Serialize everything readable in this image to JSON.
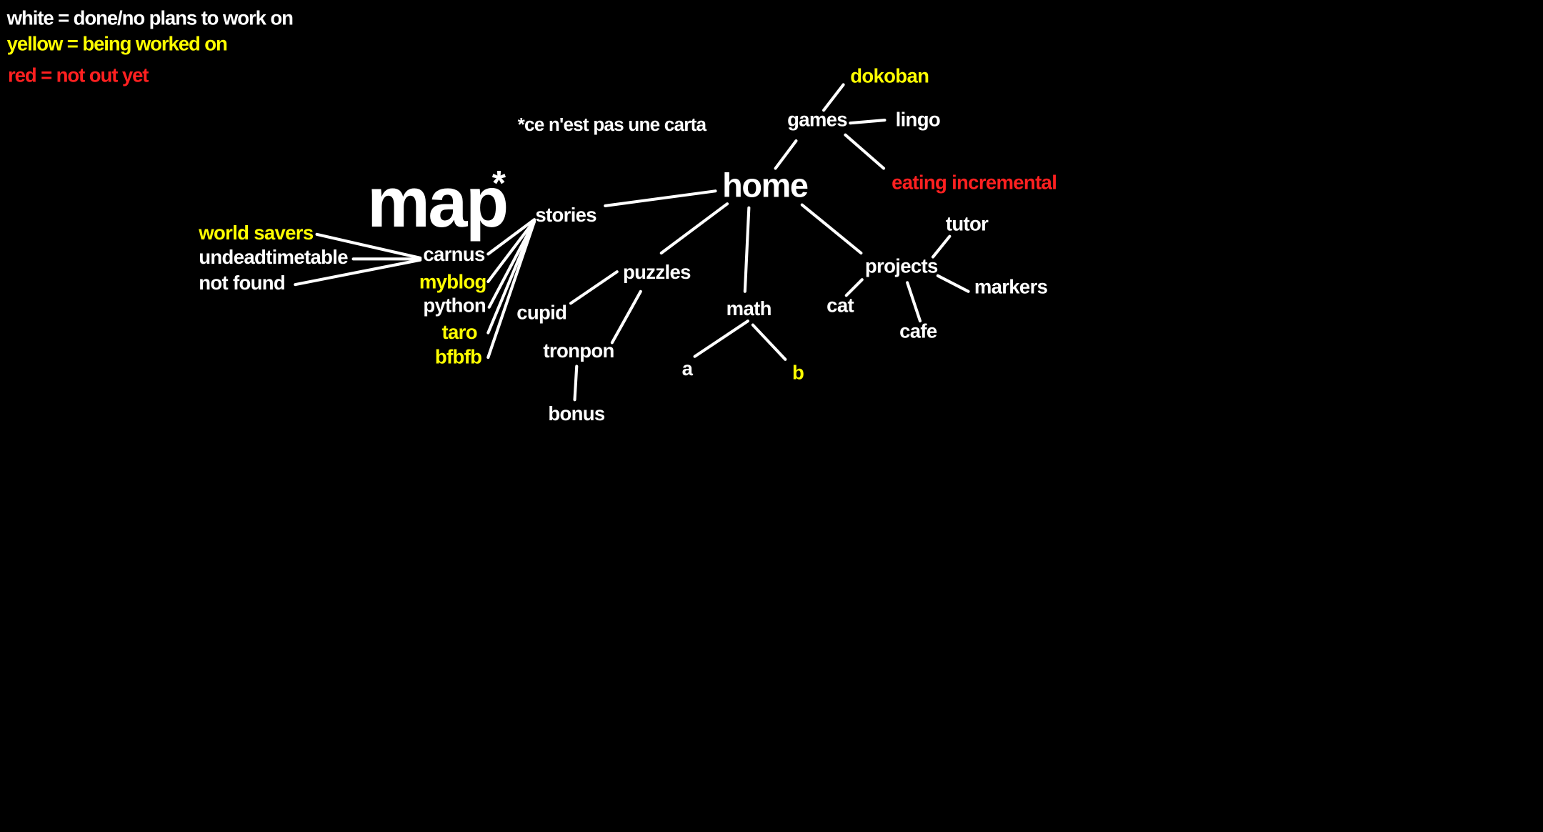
{
  "colors": {
    "white": "#ffffff",
    "yellow": "#ffff00",
    "red": "#ff2020",
    "background": "#000000"
  },
  "legend": {
    "white": "white = done/no plans to work on",
    "yellow": "yellow = being worked on",
    "red": "red = not out yet"
  },
  "title": {
    "word": "map",
    "asterisk": "*"
  },
  "footnote": "*ce n'est pas une carta",
  "nodes": {
    "home": {
      "label": "home",
      "status": "white"
    },
    "games": {
      "label": "games",
      "status": "white"
    },
    "dokoban": {
      "label": "dokoban",
      "status": "yellow"
    },
    "lingo": {
      "label": "lingo",
      "status": "white"
    },
    "eating_incremental": {
      "label": "eating incremental",
      "status": "red"
    },
    "stories": {
      "label": "stories",
      "status": "white"
    },
    "carnus": {
      "label": "carnus",
      "status": "white"
    },
    "world_savers": {
      "label": "world savers",
      "status": "yellow"
    },
    "undeadtimetable": {
      "label": "undeadtimetable",
      "status": "white"
    },
    "not_found": {
      "label": "not found",
      "status": "white"
    },
    "myblog": {
      "label": "myblog",
      "status": "yellow"
    },
    "python": {
      "label": "python",
      "status": "white"
    },
    "taro": {
      "label": "taro",
      "status": "yellow"
    },
    "bfbfb": {
      "label": "bfbfb",
      "status": "yellow"
    },
    "puzzles": {
      "label": "puzzles",
      "status": "white"
    },
    "cupid": {
      "label": "cupid",
      "status": "white"
    },
    "tronpon": {
      "label": "tronpon",
      "status": "white"
    },
    "bonus": {
      "label": "bonus",
      "status": "white"
    },
    "math": {
      "label": "math",
      "status": "white"
    },
    "a": {
      "label": "a",
      "status": "white"
    },
    "b": {
      "label": "b",
      "status": "yellow"
    },
    "projects": {
      "label": "projects",
      "status": "white"
    },
    "tutor": {
      "label": "tutor",
      "status": "white"
    },
    "markers": {
      "label": "markers",
      "status": "white"
    },
    "cat": {
      "label": "cat",
      "status": "white"
    },
    "cafe": {
      "label": "cafe",
      "status": "white"
    }
  },
  "edges": [
    [
      "home",
      "stories"
    ],
    [
      "home",
      "games"
    ],
    [
      "home",
      "puzzles"
    ],
    [
      "home",
      "math"
    ],
    [
      "home",
      "projects"
    ],
    [
      "games",
      "dokoban"
    ],
    [
      "games",
      "lingo"
    ],
    [
      "games",
      "eating_incremental"
    ],
    [
      "stories",
      "carnus"
    ],
    [
      "stories",
      "myblog"
    ],
    [
      "stories",
      "python"
    ],
    [
      "stories",
      "taro"
    ],
    [
      "stories",
      "bfbfb"
    ],
    [
      "carnus",
      "world_savers"
    ],
    [
      "carnus",
      "undeadtimetable"
    ],
    [
      "carnus",
      "not_found"
    ],
    [
      "puzzles",
      "cupid"
    ],
    [
      "puzzles",
      "tronpon"
    ],
    [
      "tronpon",
      "bonus"
    ],
    [
      "math",
      "a"
    ],
    [
      "math",
      "b"
    ],
    [
      "projects",
      "tutor"
    ],
    [
      "projects",
      "markers"
    ],
    [
      "projects",
      "cat"
    ],
    [
      "projects",
      "cafe"
    ]
  ]
}
